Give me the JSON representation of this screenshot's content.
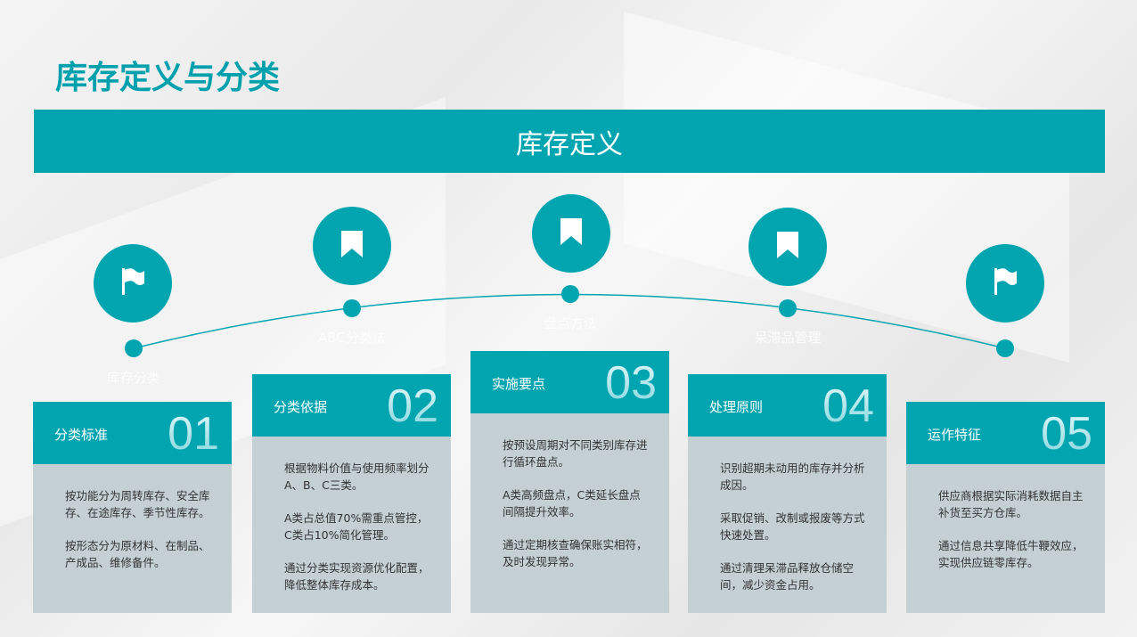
{
  "title": "库存定义与分类",
  "banner": "库存定义",
  "colors": {
    "accent": "#00a5b0",
    "card_body": "#c5d0d4"
  },
  "nodes": [
    {
      "icon": "flag-icon",
      "label": "库存分类"
    },
    {
      "icon": "bookmark-icon",
      "label": "ABC分类法"
    },
    {
      "icon": "bookmark-icon",
      "label": "盘点方法"
    },
    {
      "icon": "bookmark-icon",
      "label": "呆滞品管理"
    },
    {
      "icon": "flag-icon",
      "label": ""
    }
  ],
  "cards": [
    {
      "title": "分类标准",
      "number": "01",
      "paras": [
        "按功能分为周转库存、安全库存、在途库存、季节性库存。",
        "按形态分为原材料、在制品、产成品、维修备件。"
      ]
    },
    {
      "title": "分类依据",
      "number": "02",
      "paras": [
        "根据物料价值与使用频率划分A、B、C三类。",
        "A类占总值70%需重点管控，C类占10%简化管理。",
        "通过分类实现资源优化配置，降低整体库存成本。"
      ]
    },
    {
      "title": "实施要点",
      "number": "03",
      "paras": [
        "按预设周期对不同类别库存进行循环盘点。",
        "A类高频盘点，C类延长盘点间隔提升效率。",
        "通过定期核查确保账实相符，及时发现异常。"
      ]
    },
    {
      "title": "处理原则",
      "number": "04",
      "paras": [
        "识别超期未动用的库存并分析成因。",
        "采取促销、改制或报废等方式快速处置。",
        "通过清理呆滞品释放仓储空间，减少资金占用。"
      ]
    },
    {
      "title": "运作特征",
      "number": "05",
      "paras": [
        "供应商根据实际消耗数据自主补货至买方仓库。",
        "通过信息共享降低牛鞭效应，实现供应链零库存。"
      ]
    }
  ]
}
